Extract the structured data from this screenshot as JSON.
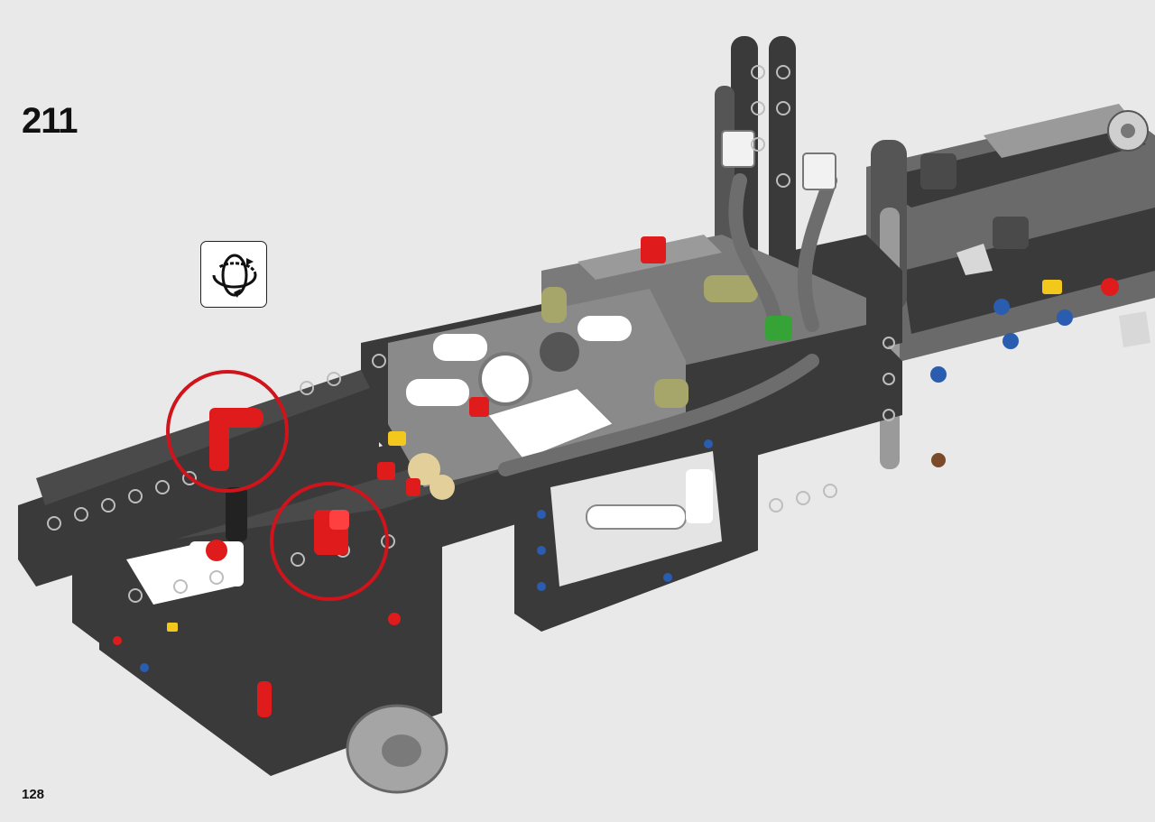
{
  "step": {
    "number": "211"
  },
  "page": {
    "number": "128"
  },
  "icons": {
    "rotate": "rotate-model-icon"
  },
  "colors": {
    "background": "#e9e9e9",
    "beam_dark": "#3a3a3a",
    "beam_light": "#9a9a9a",
    "highlight": "#d0141c",
    "accent_red": "#e01b1b",
    "accent_blue": "#2a5db0",
    "accent_yellow": "#f2c81d",
    "accent_green": "#36a336",
    "accent_olive": "#a6a66a",
    "accent_tan": "#e3cf9a"
  },
  "callouts": [
    {
      "name": "callout-upper",
      "part": "red-liftarm-upper"
    },
    {
      "name": "callout-lower",
      "part": "red-liftarm-lower"
    }
  ]
}
